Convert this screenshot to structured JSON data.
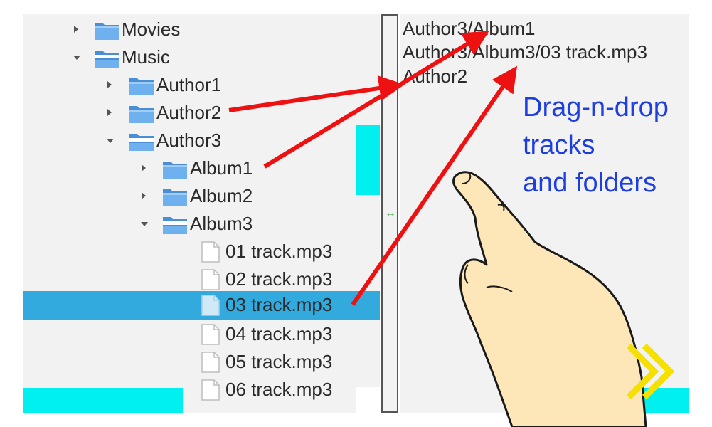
{
  "tree": {
    "items": [
      {
        "label": "Movies",
        "type": "folder",
        "expanded": false
      },
      {
        "label": "Music",
        "type": "folder",
        "expanded": true
      },
      {
        "label": "Author1",
        "type": "folder",
        "expanded": false
      },
      {
        "label": "Author2",
        "type": "folder",
        "expanded": false
      },
      {
        "label": "Author3",
        "type": "folder",
        "expanded": true
      },
      {
        "label": "Album1",
        "type": "folder",
        "expanded": false
      },
      {
        "label": "Album2",
        "type": "folder",
        "expanded": false
      },
      {
        "label": "Album3",
        "type": "folder",
        "expanded": true
      },
      {
        "label": "01 track.mp3",
        "type": "file"
      },
      {
        "label": "02 track.mp3",
        "type": "file"
      },
      {
        "label": "03 track.mp3",
        "type": "file",
        "selected": true
      },
      {
        "label": "04 track.mp3",
        "type": "file"
      },
      {
        "label": "05 track.mp3",
        "type": "file"
      },
      {
        "label": "06 track.mp3",
        "type": "file"
      }
    ]
  },
  "drop_list": {
    "items": [
      {
        "label": "Author3/Album1"
      },
      {
        "label": "Author3/Album3/03 track.mp3"
      },
      {
        "label": "Author2"
      }
    ]
  },
  "hint": {
    "line1": "Drag-n-drop",
    "line2": "tracks",
    "line3": "and folders"
  },
  "icons": {
    "expand": "chevron-right-icon",
    "collapse": "chevron-down-icon",
    "folder": "folder-icon",
    "file": "file-icon",
    "splitter": "resize-horizontal-icon",
    "hand": "pointing-hand-icon",
    "next": "double-chevron-right-icon"
  },
  "colors": {
    "panel_bg": "#f2f2f2",
    "selection": "#33aadd",
    "accent_block": "#00f0f0",
    "arrow": "#ee1111",
    "hint_text": "#1e3fe0",
    "next_icon": "#f5e000",
    "hand_fill": "#fde7b8"
  }
}
